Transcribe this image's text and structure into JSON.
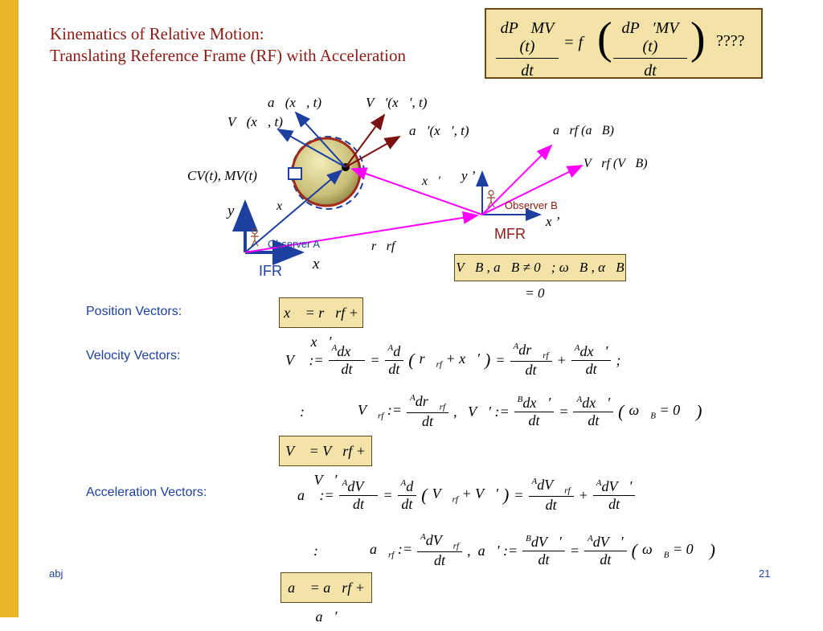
{
  "title": {
    "line1": "Kinematics of Relative Motion:",
    "line2": "Translating Reference Frame (RF) with Acceleration"
  },
  "top_box": {
    "lhs_num": "dP⃗MV (t)",
    "lhs_den": "dt",
    "eq": "= f",
    "rhs_num": "dP⃗′MV (t)",
    "rhs_den": "dt",
    "question": "????"
  },
  "diagram": {
    "label_a": "a⃗(x⃗, t)",
    "label_V": "V⃗(x⃗, t)",
    "label_Vp": "V⃗′(x⃗′, t)",
    "label_ap": "a⃗′(x⃗′, t)",
    "label_cv": "CV(t), MV(t)",
    "label_x_vec": "x⃗",
    "label_xp_vec": "x⃗′",
    "label_rrf": "r⃗rf",
    "label_y": "y",
    "label_x": "x",
    "label_yp": "y ’",
    "label_xp": "x ’",
    "observer_a": "Observer A",
    "observer_b": "Observer B",
    "ifr": "IFR",
    "mfr": "MFR",
    "label_arf": "a⃗rf (a⃗B)",
    "label_Vrf": "V⃗rf (V⃗B)"
  },
  "cond_box": "V⃗B , a⃗B ≠ 0⃗;   ω⃗B , α⃗B = 0⃗",
  "labels": {
    "position": "Position Vectors:",
    "velocity": "Velocity Vectors:",
    "acceleration": "Acceleration Vectors:"
  },
  "eq_position": "x⃗ = r⃗rf + x⃗′",
  "eq_v_result": "V⃗ = V⃗rf + V⃗′",
  "eq_a_result": "a⃗ = a⃗rf + a⃗′",
  "eq_colon": ":",
  "footer": {
    "left": "abj",
    "right": "21"
  },
  "colors": {
    "accent_bar": "#e9b527",
    "title": "#8b1a14",
    "box_fill": "#f4e3a8",
    "blue": "#1c3fa0",
    "magenta": "#ff00ff",
    "dark_red": "#7a1010"
  }
}
